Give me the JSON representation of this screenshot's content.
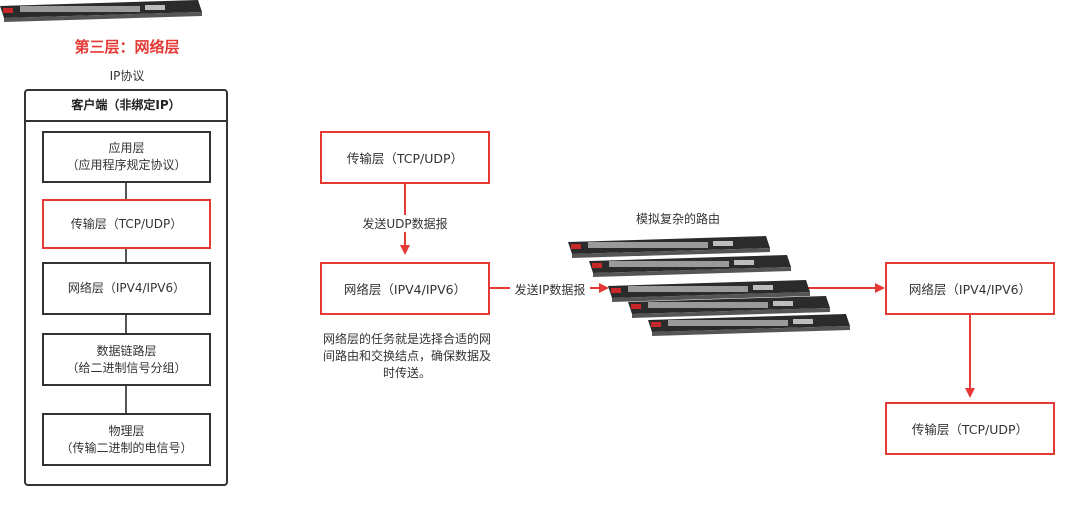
{
  "title": "第三层：网络层",
  "subtitle": "IP协议",
  "client": {
    "header": "客户端（非绑定IP）",
    "layers": [
      {
        "line1": "应用层",
        "line2": "（应用程序规定协议）"
      },
      {
        "line1": "传输层（TCP/UDP）",
        "line2": ""
      },
      {
        "line1": "网络层（IPV4/IPV6）",
        "line2": ""
      },
      {
        "line1": "数据链路层",
        "line2": "（给二进制信号分组）"
      },
      {
        "line1": "物理层",
        "line2": "（传输二进制的电信号）"
      }
    ]
  },
  "flow": {
    "src_transport": "传输层（TCP/UDP）",
    "arrow1_label": "发送UDP数据报",
    "src_network": "网络层（IPV4/IPV6）",
    "arrow2_label": "发送IP数据报",
    "router_caption": "模拟复杂的路由",
    "dst_network": "网络层（IPV4/IPV6）",
    "dst_transport": "传输层（TCP/UDP）",
    "description": "网络层的任务就是选择合适的网间路由和交换结点，确保数据及时传送。"
  },
  "colors": {
    "accent": "#e53935",
    "border": "#333333",
    "text": "#333333"
  }
}
